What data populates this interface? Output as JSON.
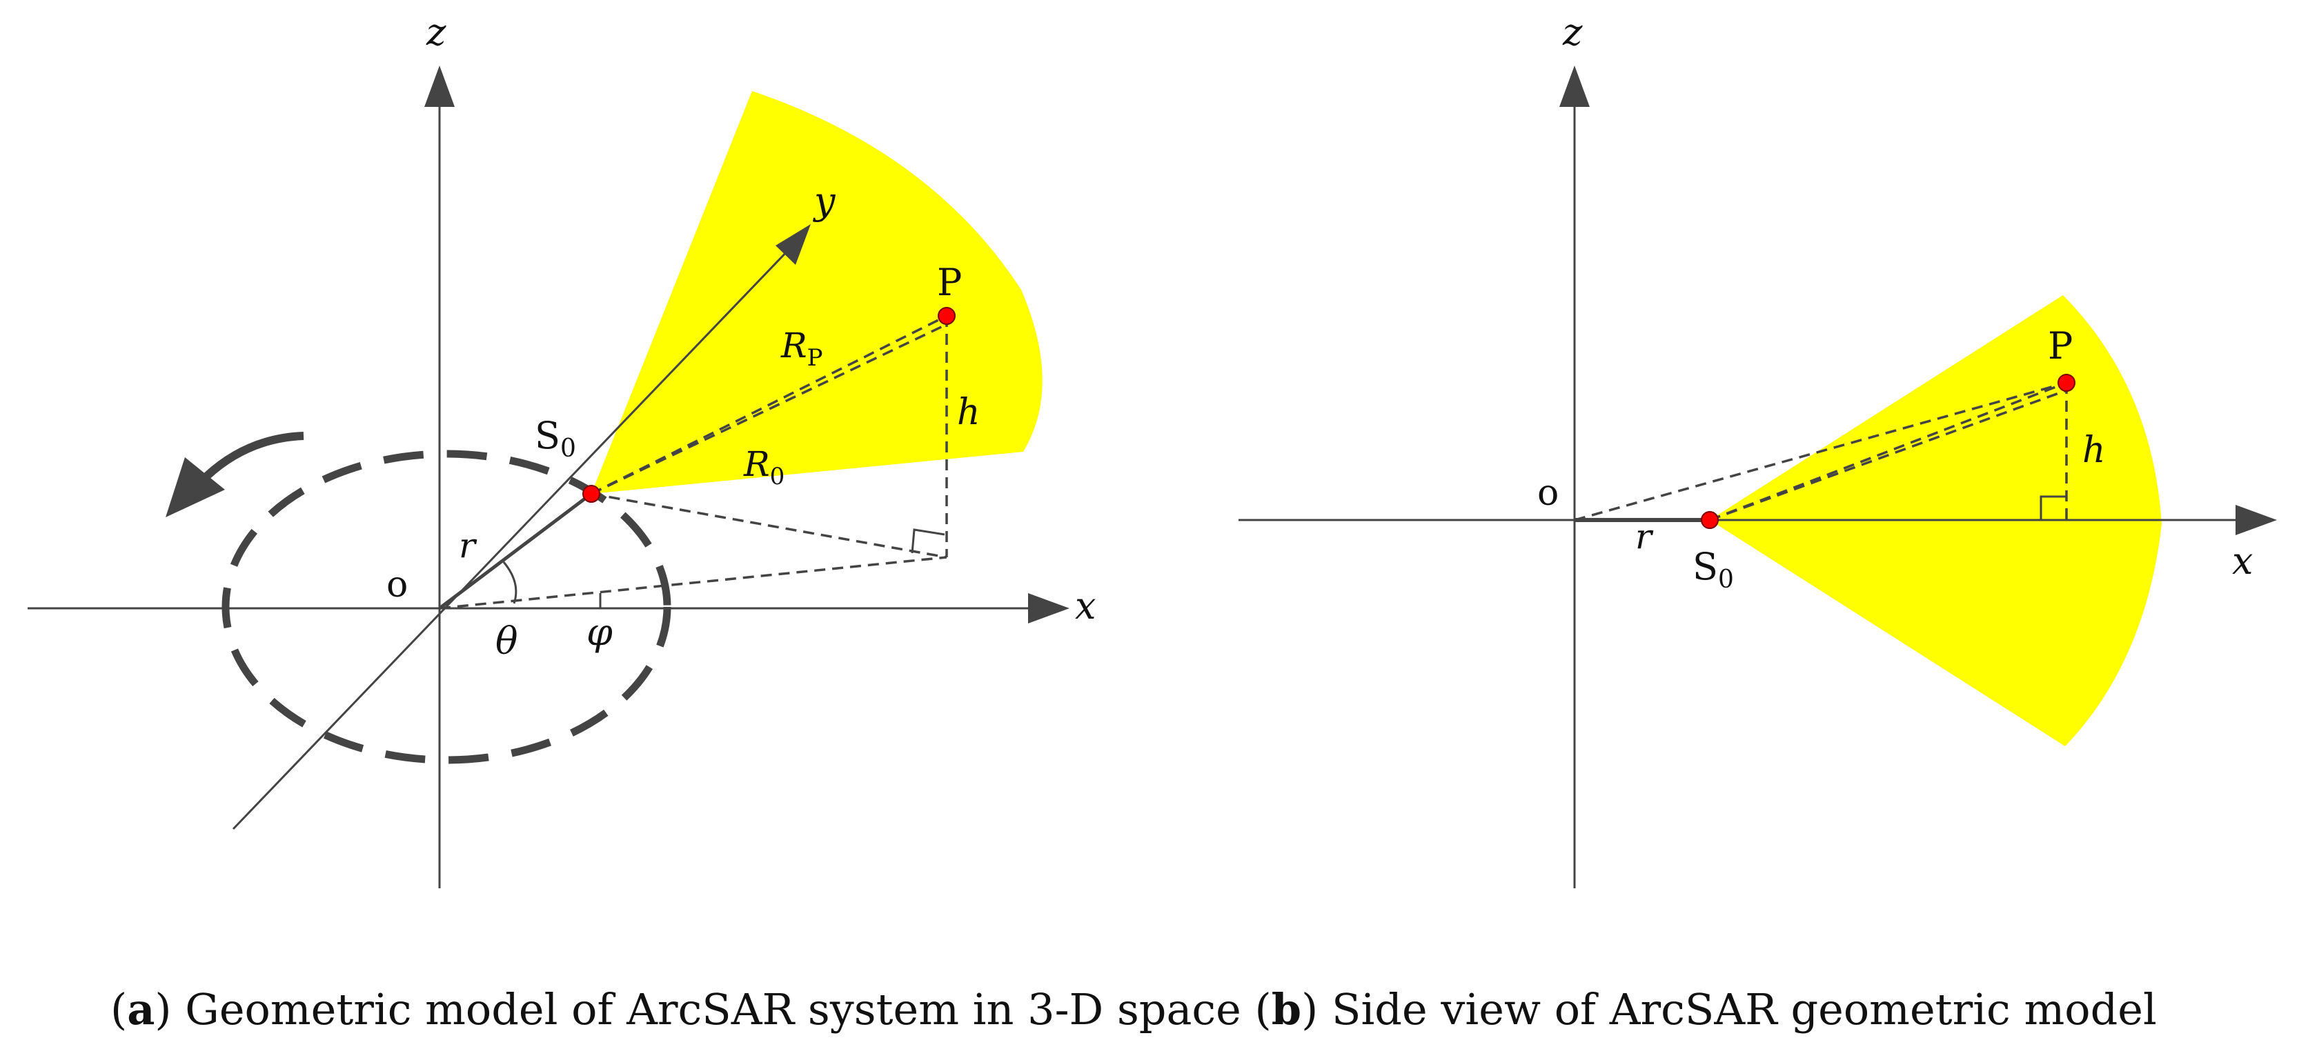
{
  "colors": {
    "beam": "#ffff00",
    "axis": "#444444",
    "point": "#ff0000",
    "dash": "#444444"
  },
  "panel_a": {
    "axis_z": "z",
    "axis_y": "y",
    "axis_x": "x",
    "origin": "o",
    "sensor": "S",
    "sensor_sub": "0",
    "target": "P",
    "range_p": "R",
    "range_p_sub": "P",
    "range_0": "R",
    "range_0_sub": "0",
    "height": "h",
    "radius": "r",
    "theta": "θ",
    "phi": "φ",
    "rotation_icon": "curved-arrow-icon"
  },
  "panel_b": {
    "axis_z": "z",
    "axis_x": "x",
    "origin": "o",
    "sensor": "S",
    "sensor_sub": "0",
    "target": "P",
    "height": "h",
    "radius": "r"
  },
  "caption": {
    "a_open": "(",
    "a_letter": "a",
    "a_text": ") Geometric model of ArcSAR system in 3-D space (",
    "b_letter": "b",
    "b_text": ") Side view of ArcSAR geometric model"
  }
}
